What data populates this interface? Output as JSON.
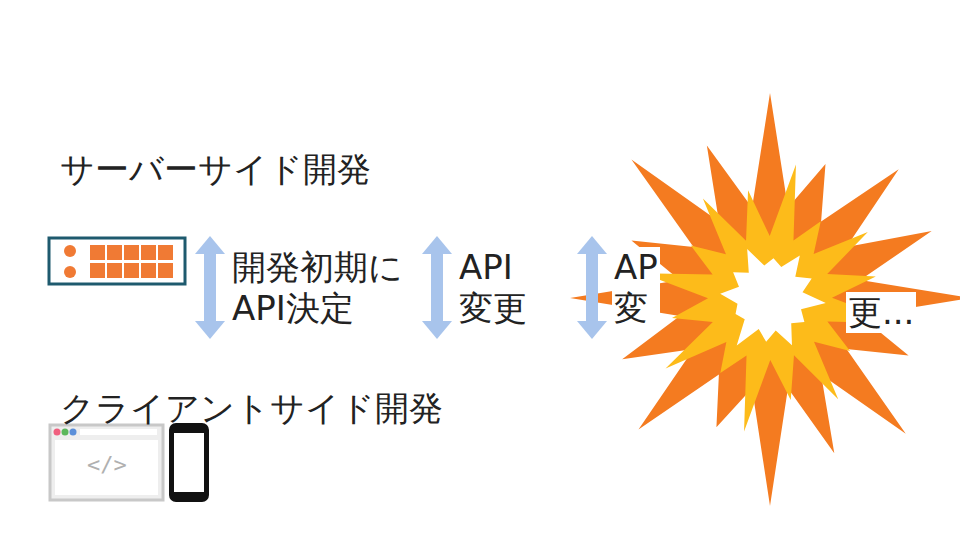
{
  "diagram": {
    "nodes": [
      {
        "text": [
          "サーバーサイド開発"
        ]
      },
      {
        "text": [
          "クライアントサイド開発"
        ]
      }
    ],
    "edges": [
      {
        "from": 0,
        "to": 1,
        "arrow": "both",
        "label": "開発初期に API決定"
      },
      {
        "from": 0,
        "to": 1,
        "arrow": "both",
        "label": "API 変更"
      },
      {
        "from": 0,
        "to": 1,
        "arrow": "both",
        "label": "AP 変"
      }
    ],
    "labels": [
      "</>",
      "更..."
    ]
  }
}
